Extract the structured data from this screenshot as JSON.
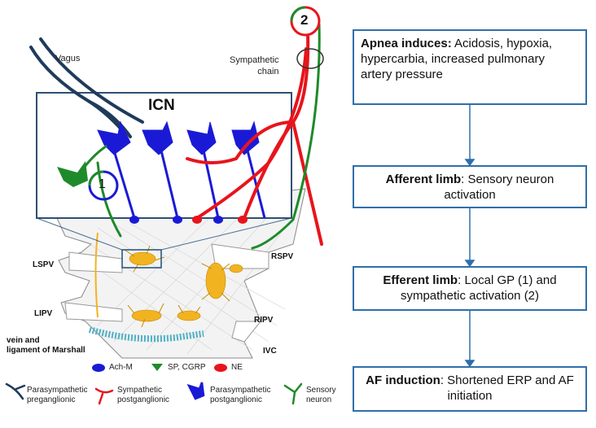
{
  "diagram": {
    "labels": {
      "vagus": "Vagus",
      "sympathetic_chain": "Sympathetic\nchain",
      "icn": "ICN",
      "local_loop_number": "1",
      "sympathetic_loop_number": "2",
      "lspv": "LSPV",
      "rspv": "RSPV",
      "lipv": "LIPV",
      "ripv": "RIPV",
      "ivc": "IVC",
      "vein_marshall": "vein and\nligament of Marshall"
    },
    "legend_top": {
      "ach": "Ach-M",
      "sp": "SP, CGRP",
      "ne": "NE"
    },
    "legend_bottom": {
      "para_pre": "Parasympathetic\npreganglionic",
      "symp_post": "Sympathetic\npostganglionic",
      "para_post": "Parasympathetic\npostganglionic",
      "sensory": "Sensory\nneuron"
    },
    "colors": {
      "preganglionic": "#1f3b5c",
      "parasympathetic": "#1a1ad6",
      "sympathetic": "#e8141c",
      "sensory": "#1f8a2a",
      "box_border": "#2f6fa8",
      "arrow": "#2f6fa8",
      "ganglia": "#f2b320"
    }
  },
  "flow": {
    "box1": {
      "head": "Apnea induces:",
      "body": " Acidosis, hypoxia, hypercarbia, increased pulmonary artery pressure"
    },
    "box2": {
      "head": "Afferent limb",
      "body": ": Sensory neuron activation"
    },
    "box3": {
      "head": "Efferent limb",
      "body": ": Local GP (1) and sympathetic activation (2)"
    },
    "box4": {
      "head": "AF induction",
      "body": ": Shortened ERP and AF initiation"
    }
  }
}
